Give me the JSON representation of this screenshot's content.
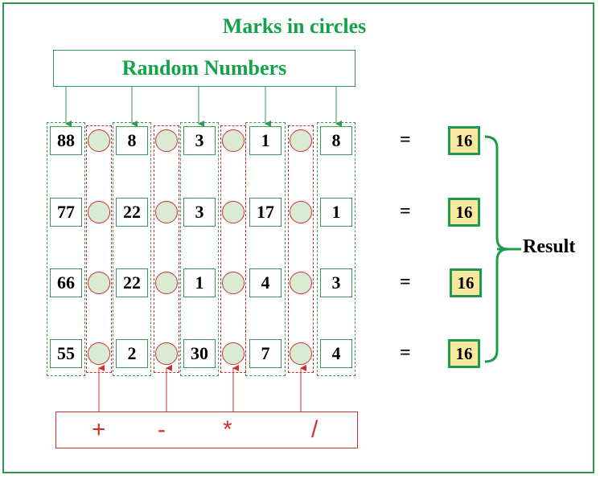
{
  "title": "Marks in circles",
  "random_label": "Random Numbers",
  "columns": [
    [
      "88",
      "77",
      "66",
      "55"
    ],
    [
      "8",
      "22",
      "22",
      "2"
    ],
    [
      "3",
      "3",
      "1",
      "30"
    ],
    [
      "1",
      "17",
      "4",
      "7"
    ],
    [
      "8",
      "1",
      "3",
      "4"
    ]
  ],
  "equals": "=",
  "results": [
    "16",
    "16",
    "16",
    "16"
  ],
  "result_label": "Result",
  "operators": [
    "+",
    "-",
    "*",
    "/"
  ],
  "colors": {
    "green": "#12a24a",
    "red": "#d23030",
    "result_fill": "#fbe8a0",
    "circle_fill": "#d9ebd3"
  }
}
